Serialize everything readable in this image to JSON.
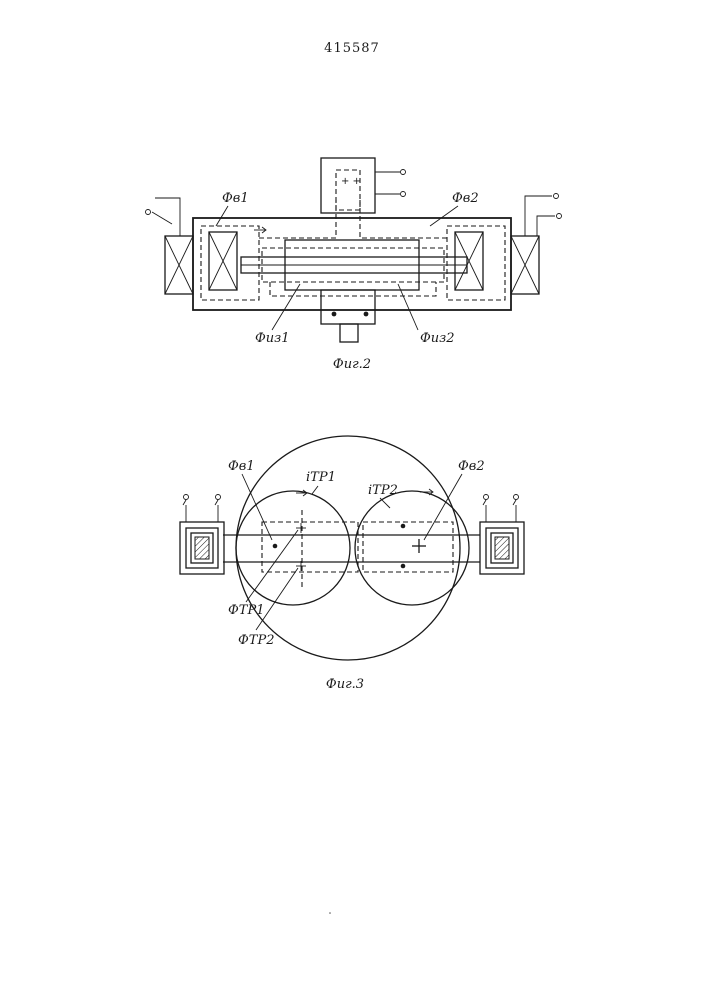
{
  "patent_number": "415587",
  "fig2": {
    "caption": "Фиг.2",
    "labels": {
      "phi_v1": "Фв1",
      "phi_v2": "Фв2",
      "phi_iz1": "Физ1",
      "phi_iz2": "Физ2"
    }
  },
  "fig3": {
    "caption": "Фиг.3",
    "labels": {
      "phi_v1": "Фв1",
      "phi_v2": "Фв2",
      "i_tr1": "iТР1",
      "i_tr2": "iТР2",
      "phi_tr1": "ФТР1",
      "phi_tr2": "ФТР2"
    }
  }
}
